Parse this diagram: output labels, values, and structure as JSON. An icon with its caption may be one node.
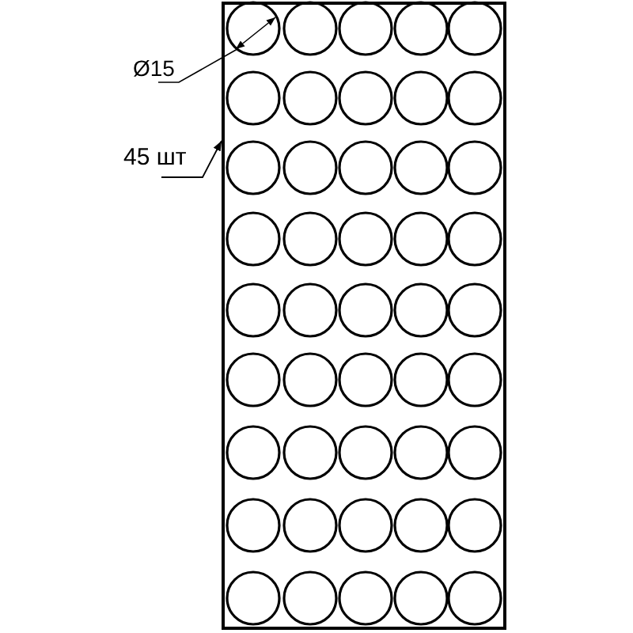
{
  "diagram": {
    "nodes": [
      {
        "text": [
          "45 шт"
        ]
      },
      {
        "text": [],
        "shape": "box"
      }
    ],
    "edges": [
      {
        "from": 0,
        "to": 1,
        "arrow": "to"
      }
    ],
    "labels": [
      "Ø15"
    ]
  }
}
